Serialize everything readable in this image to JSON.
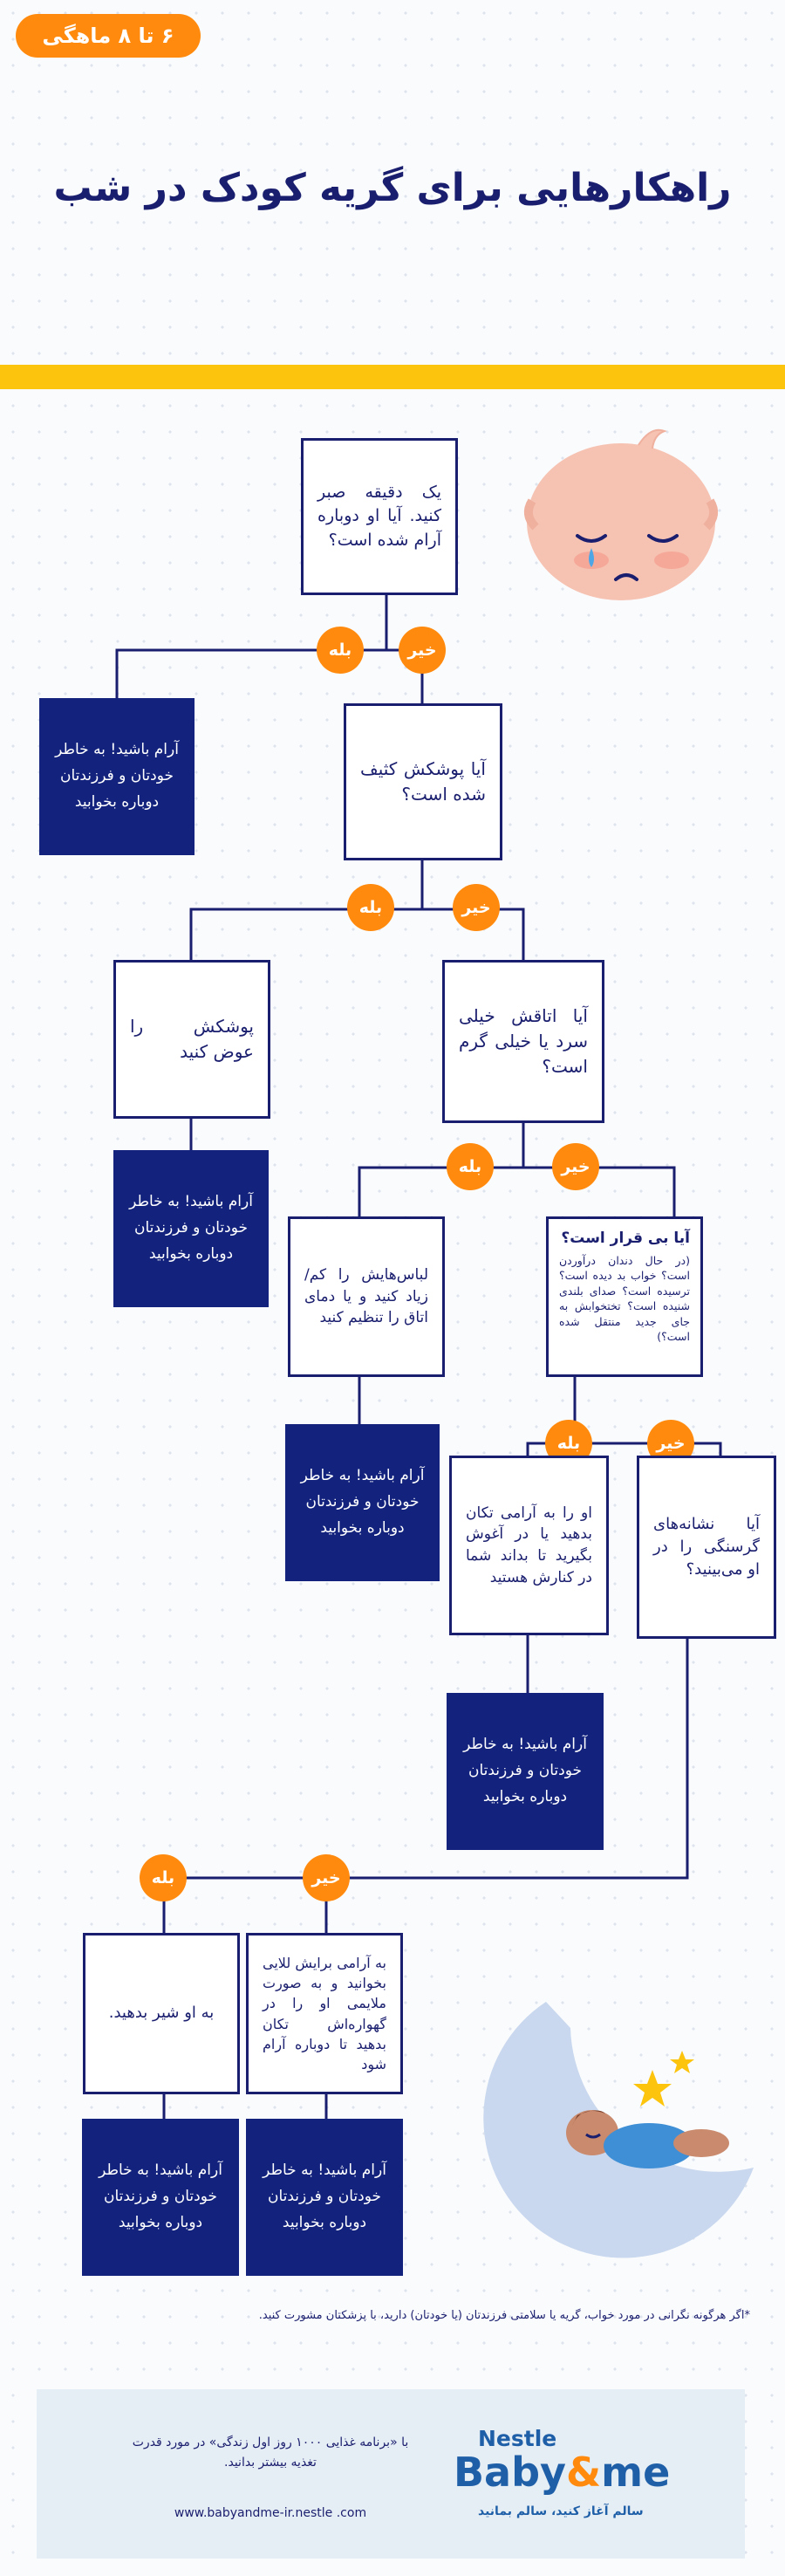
{
  "badge": {
    "label": "۶ تا ۸ ماهگی"
  },
  "title": "راهکارهایی برای گریه کودک در شب",
  "colors": {
    "navy": "#13237d",
    "orange": "#ff8a0d",
    "yellow": "#fcc40c",
    "text": "#1a1e6e"
  },
  "illustrations": {
    "crying_baby": "crying-baby-face",
    "sleeping_baby": "sleeping-baby-on-moon"
  },
  "labels": {
    "yes": "بله",
    "no": "خیر"
  },
  "flow": {
    "q1": "یک دقیقه صبر کنید. آیا او دوباره آرام شده است؟",
    "calm": "آرام باشید! به خاطر خودتان و فرزندتان دوباره بخوابید",
    "q2": "آیا پوشکش کثیف شده است؟",
    "change_diaper": "پوشکش را عوض کنید",
    "q3": "آیا اتاقش خیلی سرد یا خیلی گرم است؟",
    "adjust_room": "لباس‌هایش را کم/زیاد کنید و یا دمای اتاق را تنظیم کنید",
    "q4_title": "آیا بی قرار است؟",
    "q4_detail": "(در حال دندان درآوردن است؟ خواب بد دیده است؟ ترسیده است؟ صدای بلندی شنیده است؟ تختخوابش به جای جدید منتقل شده است؟)",
    "rock_baby": "او را به آرامی تکان بدهید یا در آغوش بگیرید تا بداند شما در کنارش هستید",
    "q5": "آیا نشانه‌های گرسنگی را در او می‌بینید؟",
    "feed": "به او شیر بدهید.",
    "lullaby": "به آرامی برایش للایی بخوانید و به صورت ملایمی او را در گهواره‌اش تکان بدهید تا دوباره آرام شود"
  },
  "footnote": "*اگر هرگونه نگرانی در مورد خواب، گریه یا سلامتی فرزندتان (یا خودتان) دارید، با پزشکتان مشورت کنید.",
  "footer": {
    "text": "با «برنامه غذایی ۱۰۰۰ روز اول زندگی» در مورد قدرت تغذیه بیشتر بدانید.",
    "url": "www.babyandme-ir.nestle .com",
    "brand_top": "Nestle",
    "brand_a": "Baby",
    "brand_amp": "&",
    "brand_b": "me",
    "tagline": "سالم آغاز کنید، سالم بمانید"
  }
}
